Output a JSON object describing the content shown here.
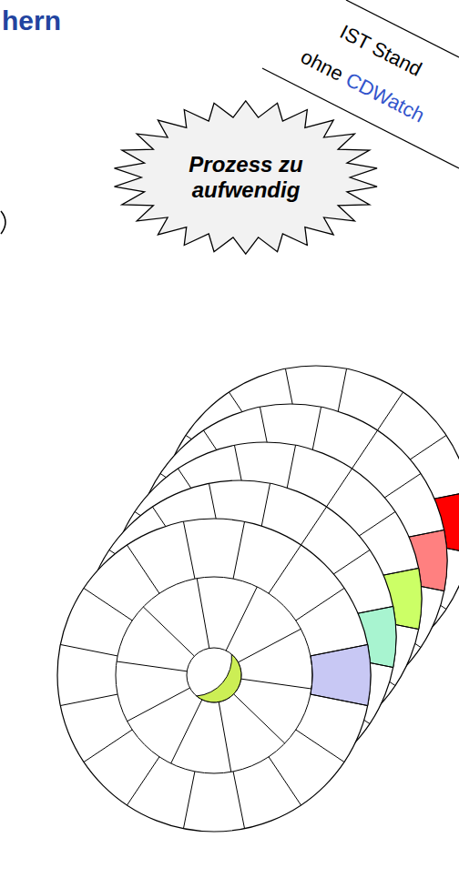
{
  "diagram": {
    "title": "hern",
    "nodes": [
      {
        "text": [
          "Prozess zu aufwendig"
        ]
      }
    ],
    "labels": [
      "IST Stand",
      "ohne",
      "CDWatch"
    ]
  }
}
